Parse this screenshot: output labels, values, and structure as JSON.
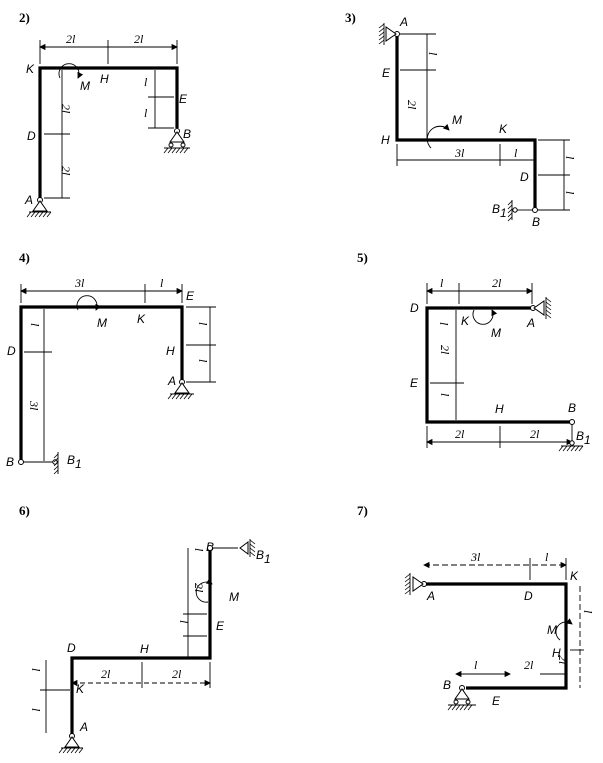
{
  "diagrams": [
    {
      "number": "2)",
      "points": {
        "K": "K",
        "H": "H",
        "D": "D",
        "A": "A",
        "E": "E",
        "B": "B",
        "M": "M"
      },
      "dims": [
        "2l",
        "2l",
        "2l",
        "2l",
        "l",
        "l"
      ]
    },
    {
      "number": "3)",
      "points": {
        "A": "A",
        "E": "E",
        "H": "H",
        "K": "K",
        "D": "D",
        "B1": "B",
        "B1sub": "1",
        "B": "B",
        "M": "M"
      },
      "dims": [
        "l",
        "2l",
        "3l",
        "l",
        "l",
        "l"
      ]
    },
    {
      "number": "4)",
      "points": {
        "E": "E",
        "D": "D",
        "K": "K",
        "H": "H",
        "A": "A",
        "B": "B",
        "B1": "B",
        "B1sub": "1",
        "M": "M"
      },
      "dims": [
        "3l",
        "l",
        "l",
        "3l",
        "l",
        "l"
      ]
    },
    {
      "number": "5)",
      "points": {
        "D": "D",
        "K": "K",
        "A": "A",
        "E": "E",
        "H": "H",
        "B": "B",
        "B1": "B",
        "B1sub": "1",
        "M": "M"
      },
      "dims": [
        "l",
        "2l",
        "l",
        "2l",
        "l",
        "2l",
        "2l"
      ]
    },
    {
      "number": "6)",
      "points": {
        "B": "B",
        "B1": "B",
        "B1sub": "1",
        "M": "M",
        "E": "E",
        "D": "D",
        "H": "H",
        "K": "K",
        "A": "A"
      },
      "dims": [
        "l",
        "2l",
        "l",
        "2l",
        "2l",
        "l",
        "l"
      ]
    },
    {
      "number": "7)",
      "points": {
        "A": "A",
        "D": "D",
        "K": "K",
        "M": "M",
        "H": "H",
        "B": "B",
        "E": "E"
      },
      "dims": [
        "3l",
        "l",
        "l",
        "2l",
        "l",
        "2l"
      ]
    }
  ]
}
